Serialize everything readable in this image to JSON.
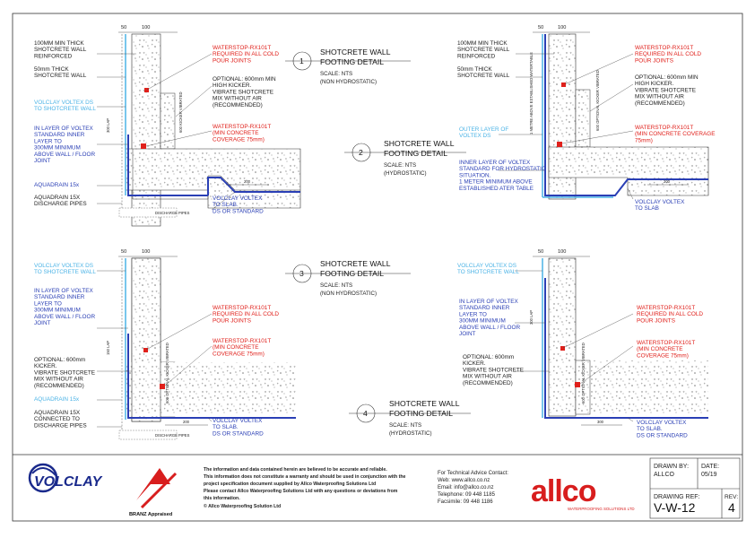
{
  "dimensions": {
    "d50": "50",
    "d100": "100",
    "d200": "200",
    "d300": "300",
    "d150": "150",
    "d600": "600",
    "lap_150": "150 LAP",
    "lap_300": "300 LAP",
    "vertical_label": "1 METRE ABOVE ESTABLISHED WATERTABLE",
    "kicker_label": "600 KICKER VIBRATED",
    "kicker_label2": "600 OPTIONAL KICKER VIBRATED"
  },
  "details": [
    {
      "number": "1",
      "title_line1": "SHOTCRETE WALL",
      "title_line2": "FOOTING DETAIL",
      "scale": "SCALE: NTS",
      "condition": "(NON HYDROSTATIC)",
      "left_labels": [
        "100MM MIN THICK",
        "SHOTCRETE WALL",
        "REINFORCED",
        "",
        "50mm THICK",
        "SHOTCRETE WALL"
      ],
      "voltex_ds": [
        "VOLCLAY VOLTEX DS",
        "TO SHOTCRETE WALL"
      ],
      "inner_layer": [
        "IN LAYER OF VOLTEX",
        "STANDARD INNER",
        "LAYER TO",
        "300MM MINIMUM",
        "ABOVE WALL / FLOOR",
        "JOINT"
      ],
      "aquadrain": "AQUADRAIN 15x",
      "aquadrain_connected": [
        "AQUADRAIN 15X",
        "DISCHARGE PIPES"
      ],
      "discharge": "DISCHARGE PIPES",
      "waterstop": [
        "WATERSTOP-RX101T",
        "REQUIRED IN ALL COLD",
        "POUR JOINTS"
      ],
      "optional": [
        "OPTIONAL: 600mm MIN",
        "HIGH KICKER.",
        "VIBRATE SHOTCRETE",
        "MIX WITHOUT AIR",
        "(RECOMMENDED)"
      ],
      "waterstop2": [
        "WATERSTOP-RX101T",
        "(MIN CONCRETE",
        "COVERAGE 75mm)"
      ],
      "slab": [
        "VOLCLAY VOLTEX",
        "TO SLAB.",
        "DS OR STANDARD"
      ]
    },
    {
      "number": "2",
      "title_line1": "SHOTCRETE WALL",
      "title_line2": "FOOTING DETAIL",
      "scale": "SCALE: NTS",
      "condition": "(HYDROSTATIC)",
      "left_labels": [
        "100MM MIN THICK",
        "SHOTCRETE WALL",
        "REINFORCED",
        "",
        "50mm THICK",
        "SHOTCRETE WALL"
      ],
      "outer_layer": [
        "OUTER LAYER OF",
        "VOLTEX DS"
      ],
      "inner_layer": [
        "INNER LAYER OF VOLTEX",
        "STANDARD FOR HYDROSTATIC",
        "SITUATION.",
        "1 METER MINIMUM ABOVE",
        "ESTABLISHED ATER TABLE"
      ],
      "waterstop": [
        "WATERSTOP-RX101T",
        "REQUIRED IN ALL COLD",
        "POUR JOINTS"
      ],
      "optional": [
        "OPTIONAL: 600mm MIN",
        "HIGH KICKER.",
        "VIBRATE SHOTCRETE",
        "MIX WITHOUT AIR",
        "(RECOMMENDED)"
      ],
      "waterstop2": [
        "WATERSTOP-RX101T",
        "(MIN CONCRETE COVERAGE",
        "75mm)"
      ],
      "slab": [
        "VOLCLAY VOLTEX",
        "TO SLAB"
      ]
    },
    {
      "number": "3",
      "title_line1": "SHOTCRETE WALL",
      "title_line2": "FOOTING DETAIL",
      "scale": "SCALE: NTS",
      "condition": "(NON HYDROSTATIC)",
      "voltex_ds": [
        "VOLCLAY VOLTEX DS",
        "TO SHOTCRETE WALL"
      ],
      "inner_layer": [
        "IN LAYER OF VOLTEX",
        "STANDARD INNER",
        "LAYER TO",
        "300MM MINIMUM",
        "ABOVE WALL / FLOOR",
        "JOINT"
      ],
      "optional": [
        "OPTIONAL: 600mm",
        "KICKER.",
        "VIBRATE SHOTCRETE",
        "MIX WITHOUT AIR",
        "(RECOMMENDED)"
      ],
      "aquadrain": "AQUADRAIN 15x",
      "aquadrain_connected": [
        "AQUADRAIN 15X",
        "CONNECTED TO",
        "DISCHARGE PIPES"
      ],
      "discharge": "DISCHARGE PIPES",
      "waterstop": [
        "WATERSTOP-RX101T",
        "REQUIRED IN ALL COLD",
        "POUR JOINTS"
      ],
      "waterstop2": [
        "WATERSTOP-RX101T",
        "(MIN CONCRETE",
        "COVERAGE 75mm)"
      ],
      "slab": [
        "VOLCLAY VOLTEX",
        "TO SLAB.",
        "DS OR STANDARD"
      ]
    },
    {
      "number": "4",
      "title_line1": "SHOTCRETE WALL",
      "title_line2": "FOOTING DETAIL",
      "scale": "SCALE: NTS",
      "condition": "(HYDROSTATIC)",
      "voltex_ds": [
        "VOLCLAY VOLTEX DS",
        "TO SHOTCRETE WALL"
      ],
      "inner_layer": [
        "IN LAYER OF VOLTEX",
        "STANDARD INNER",
        "LAYER TO",
        "300MM MINIMUM",
        "ABOVE WALL / FLOOR",
        "JOINT"
      ],
      "optional": [
        "OPTIONAL: 600mm",
        "KICKER.",
        "VIBRATE SHOTCRETE",
        "MIX WITHOUT AIR",
        "(RECOMMENDED)"
      ],
      "waterstop": [
        "WATERSTOP-RX101T",
        "REQUIRED IN ALL COLD",
        "POUR JOINTS"
      ],
      "waterstop2": [
        "WATERSTOP-RX101T",
        "(MIN CONCRETE",
        "COVERAGE 75mm)"
      ],
      "slab": [
        "VOLCLAY VOLTEX",
        "TO SLAB.",
        "DS OR STANDARD"
      ]
    }
  ],
  "footer": {
    "volclay_logo": "VOLCLAY",
    "branz_logo": "BRANZ Appraised",
    "disclaimer": [
      "The information and data contained herein are believed to be accurate and reliable.",
      "This information does not constitute a warranty and should be used in conjunction with the",
      "project specification document supplied by Allco Waterproofing Solutions Ltd",
      "Please contact Allco Waterproofing Solutions Ltd with any questions or deviations from",
      "this information.",
      "© Allco Waterproofing Solution Ltd"
    ],
    "contact": [
      "For Technical Advice Contact:",
      "Web: www.allco.co.nz",
      "Email: info@allco.co.nz",
      "Telephone: 09 448 1185",
      "Facsimile: 09 448 1186"
    ],
    "allco_logo": "allco",
    "allco_tagline": "WATERPROOFING SOLUTIONS LTD",
    "drawn_by_label": "DRAWN BY:",
    "drawn_by": "ALLCO",
    "date_label": "DATE:",
    "date": "05/19",
    "ref_label": "DRAWING REF:",
    "ref": "V-W-12",
    "rev_label": "REV:",
    "rev": "4"
  },
  "colors": {
    "red": "#e0201b",
    "blue": "#2a3fb5",
    "light_blue": "#4bb3e6",
    "dark_blue": "#1a2a8c",
    "allco_red": "#d81e1e"
  }
}
